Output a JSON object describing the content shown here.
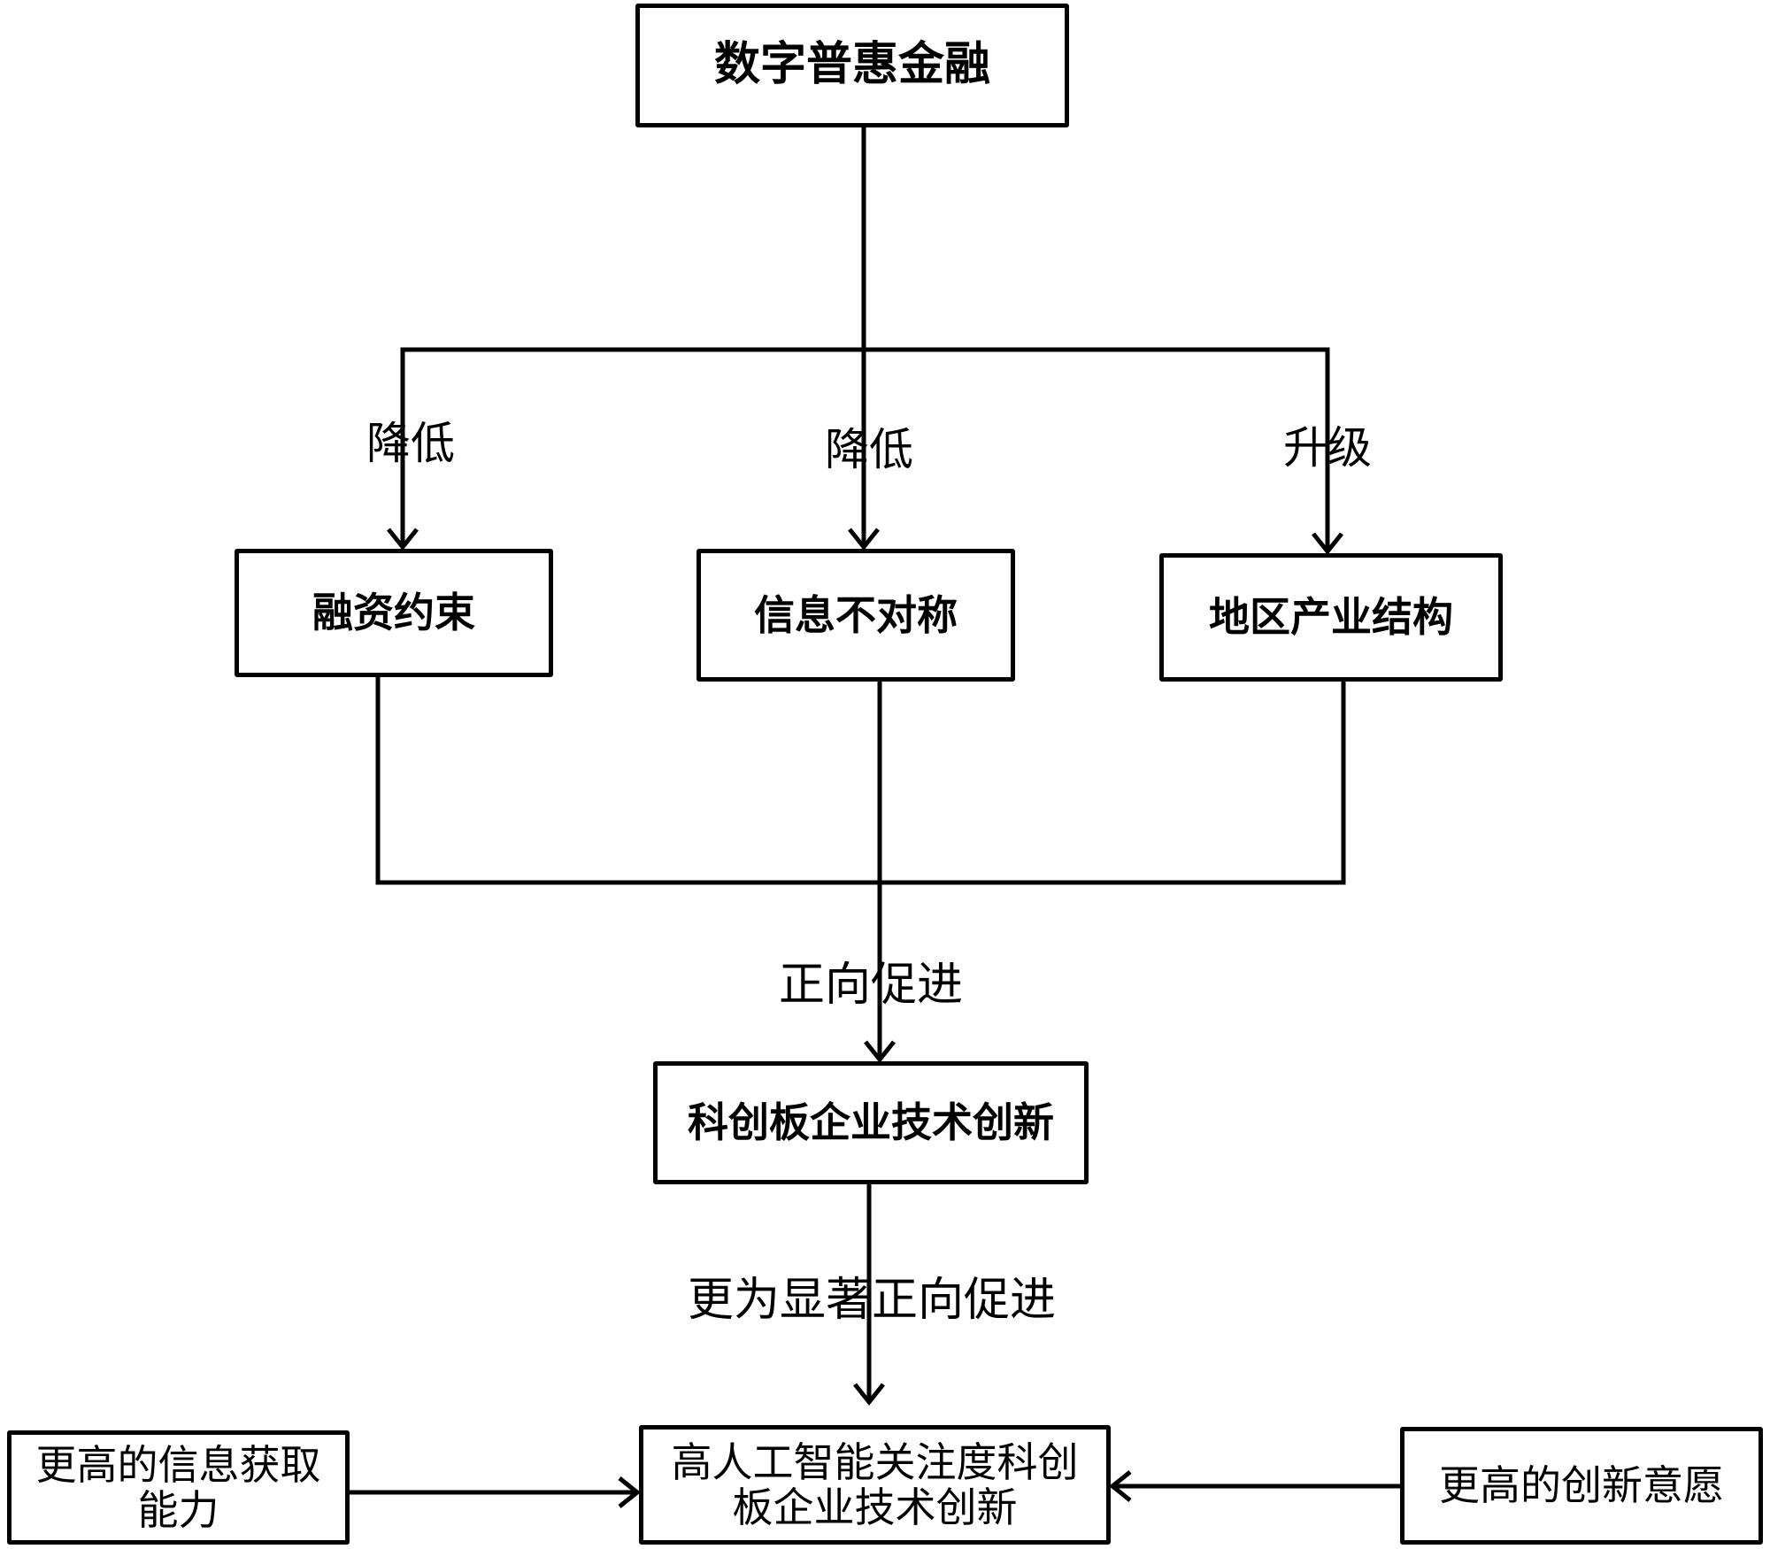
{
  "nodes": {
    "top": "数字普惠金融",
    "financing": "融资约束",
    "info_asymmetry": "信息不对称",
    "industry": "地区产业结构",
    "innovation": "科创板企业技术创新",
    "ai_innovation": "高人工智能关注度科创板企业技术创新",
    "info_ability": "更高的信息获取能力",
    "willingness": "更高的创新意愿"
  },
  "edge_labels": {
    "reduce_financing": "降低",
    "reduce_info": "降低",
    "upgrade": "升级",
    "promote": "正向促进",
    "promote_more": "更为显著正向促进"
  }
}
